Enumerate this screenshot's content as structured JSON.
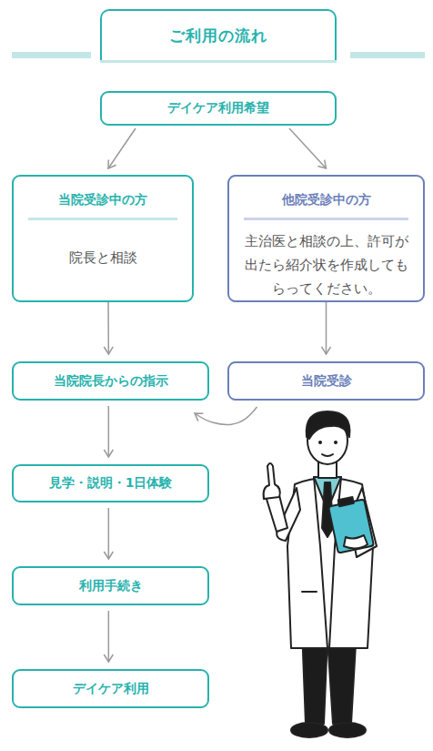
{
  "diagram": {
    "title": "ご利用の流れ",
    "nodes": [
      {
        "text": [
          "デイケア利用希望"
        ]
      },
      {
        "text": [
          "当院受診中の方",
          "院長と相談"
        ]
      },
      {
        "text": [
          "他院受診中の方",
          "主治医と相談の上、許可が出たら紹介状を作成してもらってください。"
        ]
      },
      {
        "text": [
          "当院院長からの指示"
        ]
      },
      {
        "text": [
          "当院受診"
        ]
      },
      {
        "text": [
          "見学・説明・1日体験"
        ]
      },
      {
        "text": [
          "利用手続き"
        ]
      },
      {
        "text": [
          "デイケア利用"
        ]
      }
    ],
    "edges": [
      {
        "from": 0,
        "to": 1,
        "arrow": "to"
      },
      {
        "from": 0,
        "to": 2,
        "arrow": "to"
      },
      {
        "from": 1,
        "to": 3,
        "arrow": "to"
      },
      {
        "from": 2,
        "to": 4,
        "arrow": "to"
      },
      {
        "from": 4,
        "to": 3,
        "arrow": "to"
      },
      {
        "from": 3,
        "to": 5,
        "arrow": "to"
      },
      {
        "from": 5,
        "to": 6,
        "arrow": "to"
      },
      {
        "from": 6,
        "to": 7,
        "arrow": "to"
      }
    ]
  }
}
